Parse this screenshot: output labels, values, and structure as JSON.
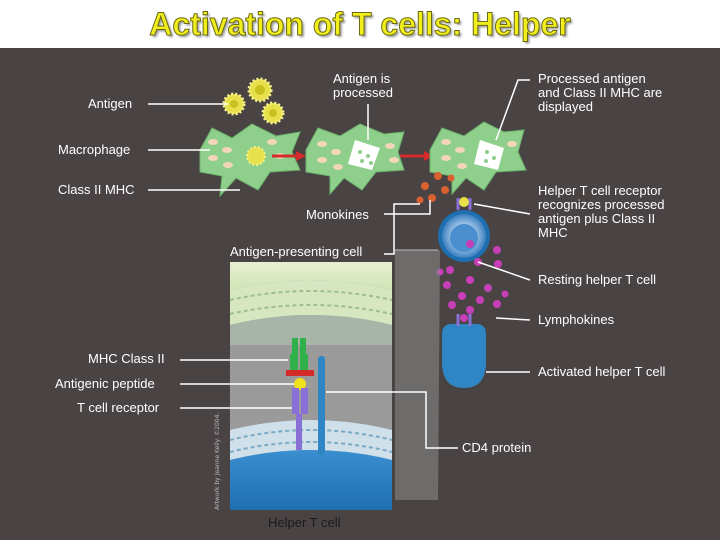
{
  "title": "Activation of T cells: Helper",
  "colors": {
    "background": "#4a4344",
    "title": "#f2ee1e",
    "cell_green": "#8fcf8c",
    "t_cell_blue": "#2f86c4",
    "monokine_orange": "#d9602f",
    "lymphokine_magenta": "#c63fb6",
    "arrow_red": "#d42a2a"
  },
  "labels": {
    "antigen": "Antigen",
    "antigen_is_processed": "Antigen is processed",
    "processed_antigen_displayed": "Processed antigen and Class II MHC are displayed",
    "macrophage": "Macrophage",
    "class_ii_mhc": "Class II MHC",
    "monokines": "Monokines",
    "helper_receptor_recognizes": "Helper T cell receptor recognizes processed antigen plus Class II MHC",
    "antigen_presenting_cell": "Antigen-presenting cell",
    "resting_helper": "Resting helper T cell",
    "lymphokines": "Lymphokines",
    "mhc_class_ii": "MHC Class II",
    "activated_helper": "Activated helper T cell",
    "antigenic_peptide": "Antigenic peptide",
    "t_cell_receptor": "T cell receptor",
    "cd4_protein": "CD4 protein",
    "helper_t_cell": "Helper T cell",
    "credit": "Artwork by Jeanne Kelly. ©2004."
  }
}
